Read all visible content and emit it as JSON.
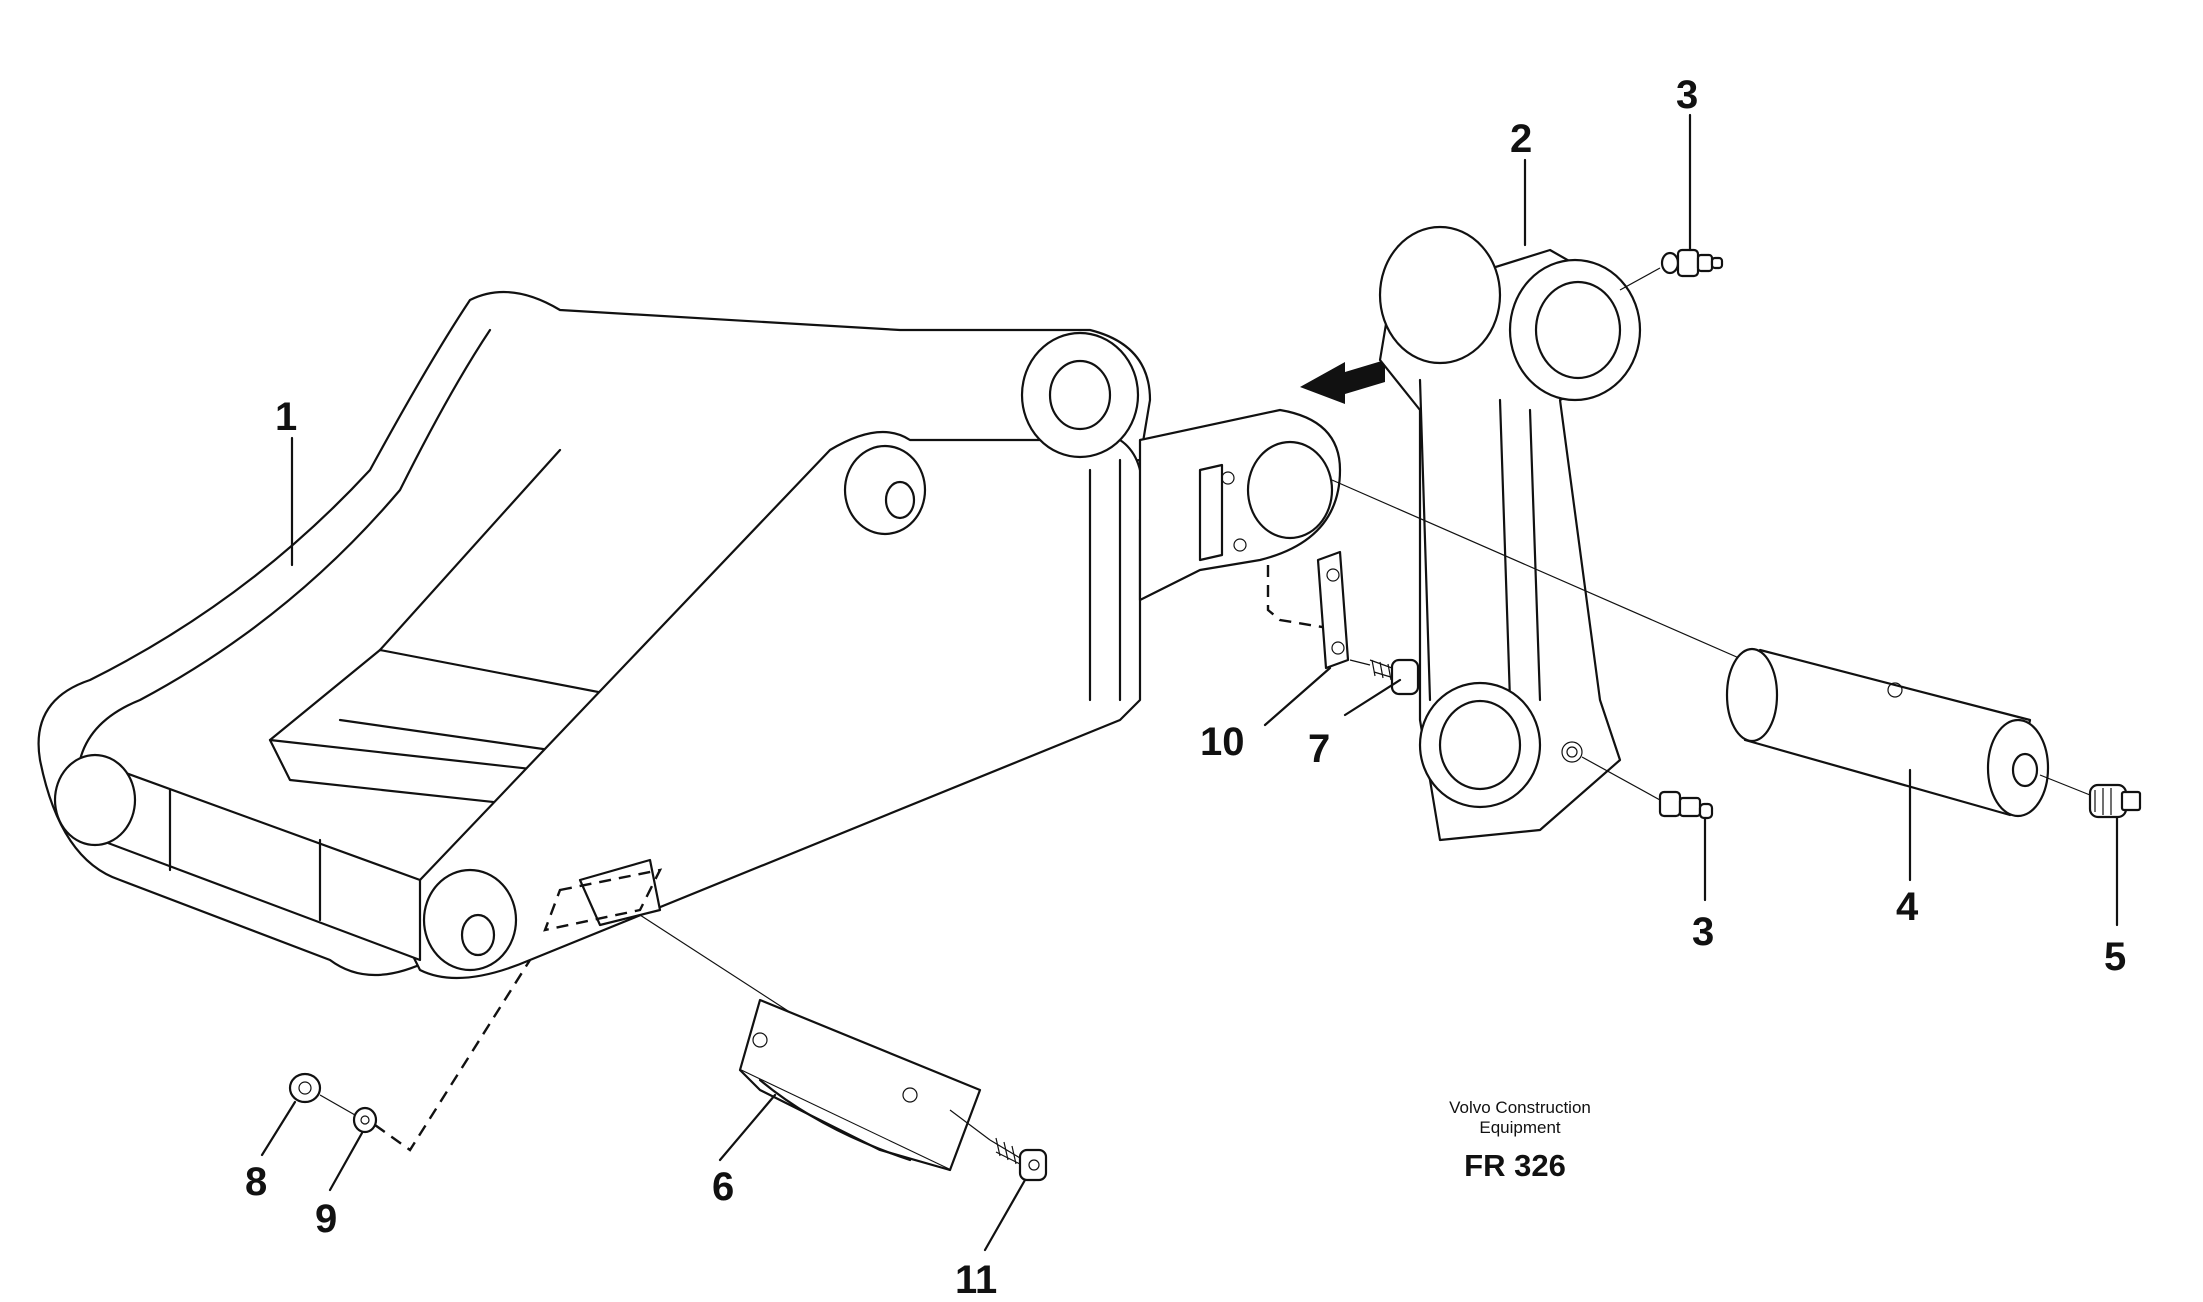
{
  "callouts": {
    "c1": "1",
    "c2": "2",
    "c3a": "3",
    "c3b": "3",
    "c4": "4",
    "c5": "5",
    "c6": "6",
    "c7": "7",
    "c8": "8",
    "c9": "9",
    "c10": "10",
    "c11": "11"
  },
  "caption": {
    "maker_line1": "Volvo Construction",
    "maker_line2": "Equipment",
    "figure_code": "FR 326"
  }
}
